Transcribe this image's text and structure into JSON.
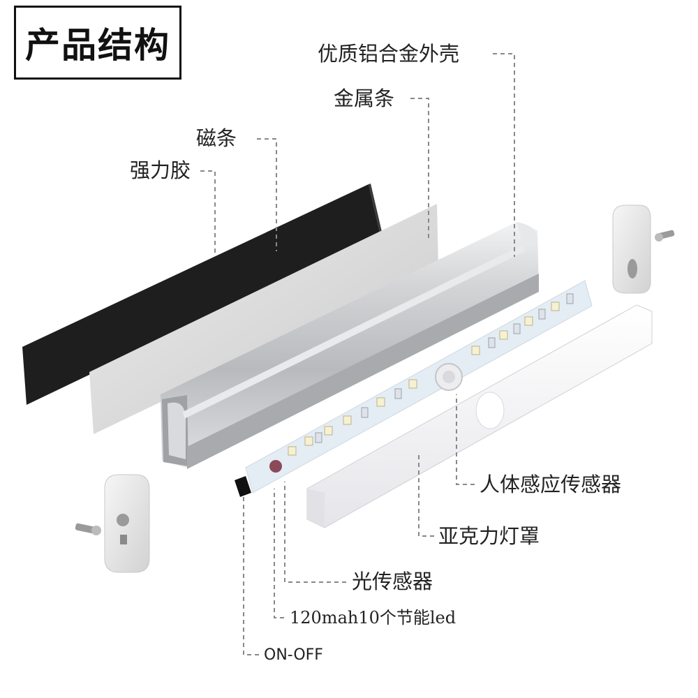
{
  "title": "产品结构",
  "labels": {
    "shell": "优质铝合金外壳",
    "metal_strip": "金属条",
    "magnet_strip": "磁条",
    "adhesive": "强力胶",
    "pir_sensor": "人体感应传感器",
    "acrylic_cover": "亚克力灯罩",
    "light_sensor": "光传感器",
    "battery_led": "120mah10个节能led",
    "switch": "ON-OFF"
  },
  "colors": {
    "magnet": "#1e1e1e",
    "metal": "#dedede",
    "aluminum": "#c8c9cb",
    "pcb": "#e4ecf4",
    "cover": "#f4f4f6",
    "leader": "#888888"
  },
  "icons": [
    "screw-icon",
    "screw-icon"
  ]
}
